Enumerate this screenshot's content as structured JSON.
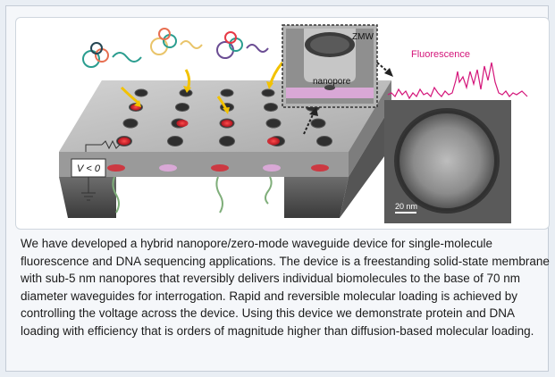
{
  "figure": {
    "zmw_label": "ZMW",
    "nanopore_label": "nanopore",
    "fluorescence_label": "Fluorescence",
    "voltage_label": "V < 0",
    "scale_bar_label": "20 nm"
  },
  "abstract": {
    "text": "We have developed a hybrid nanopore/zero-mode waveguide device for single-molecule fluorescence and DNA sequencing applications. The device is a freestanding solid-state membrane with sub-5 nm nanopores that reversibly delivers individual biomolecules to the base of 70 nm diameter waveguides for interrogation. Rapid and reversible molecular loading is achieved by controlling the voltage across the device. Using this device we demonstrate protein and DNA loading with efficiency that is orders of magnitude higher than diffusion-based molecular loading."
  },
  "colors": {
    "fluorescence_trace": "#d4157a",
    "arrow_yellow": "#f2c200",
    "pore_red": "#d8202c",
    "nanopore_pink": "#d9a8d6"
  }
}
